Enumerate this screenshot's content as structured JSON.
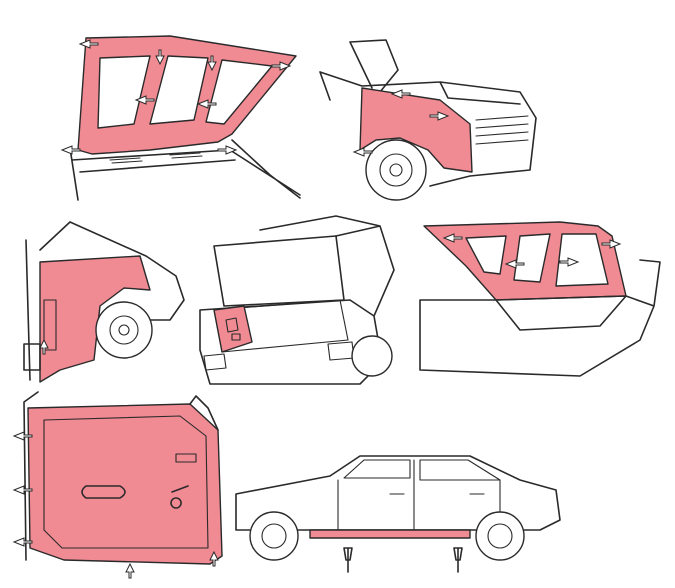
{
  "colors": {
    "treated_area": "#f08a93",
    "line": "#2a2a2a",
    "paper": "#ffffff"
  },
  "panels": [
    {
      "name": "hood-underside"
    },
    {
      "name": "front-fender-inner"
    },
    {
      "name": "rear-quarter-panel"
    },
    {
      "name": "trunk-inner-side"
    },
    {
      "name": "trunk-lid-underside"
    },
    {
      "name": "door-inner-panel"
    },
    {
      "name": "rocker-sill"
    }
  ]
}
